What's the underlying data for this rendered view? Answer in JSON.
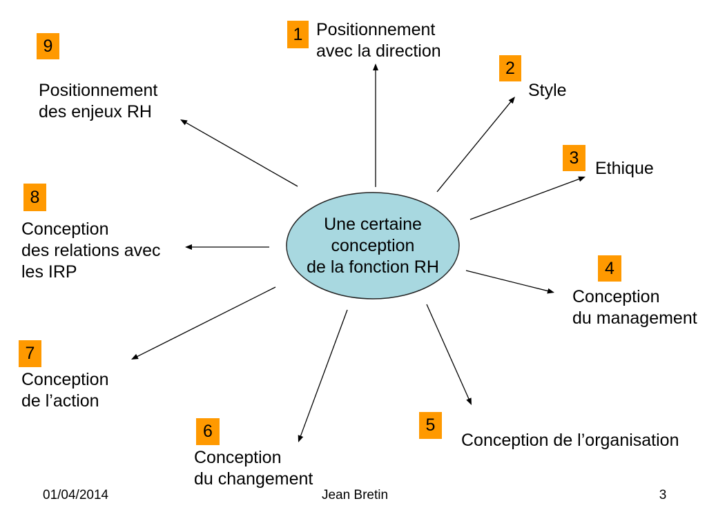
{
  "slide": {
    "center": {
      "lines": [
        "Une certaine",
        "conception",
        "de la fonction RH"
      ]
    },
    "spokes": [
      {
        "number": "1",
        "label": [
          "Positionnement",
          "avec la direction"
        ]
      },
      {
        "number": "2",
        "label": [
          "Style"
        ]
      },
      {
        "number": "3",
        "label": [
          "Ethique"
        ]
      },
      {
        "number": "4",
        "label": [
          "Conception",
          "du management"
        ]
      },
      {
        "number": "5",
        "label": [
          "Conception de l’organisation"
        ]
      },
      {
        "number": "6",
        "label": [
          "Conception",
          "du changement"
        ]
      },
      {
        "number": "7",
        "label": [
          "Conception",
          "de l’action"
        ]
      },
      {
        "number": "8",
        "label": [
          "Conception",
          "des relations avec",
          "les IRP"
        ]
      },
      {
        "number": "9",
        "label": [
          "Positionnement",
          "des enjeux RH"
        ]
      }
    ],
    "footer": {
      "date": "01/04/2014",
      "author": "Jean Bretin",
      "page": "3"
    }
  },
  "colors": {
    "number_box": "#FF9900",
    "center_fill": "#A8D8E0",
    "text": "#000000",
    "background": "#FFFFFF"
  }
}
